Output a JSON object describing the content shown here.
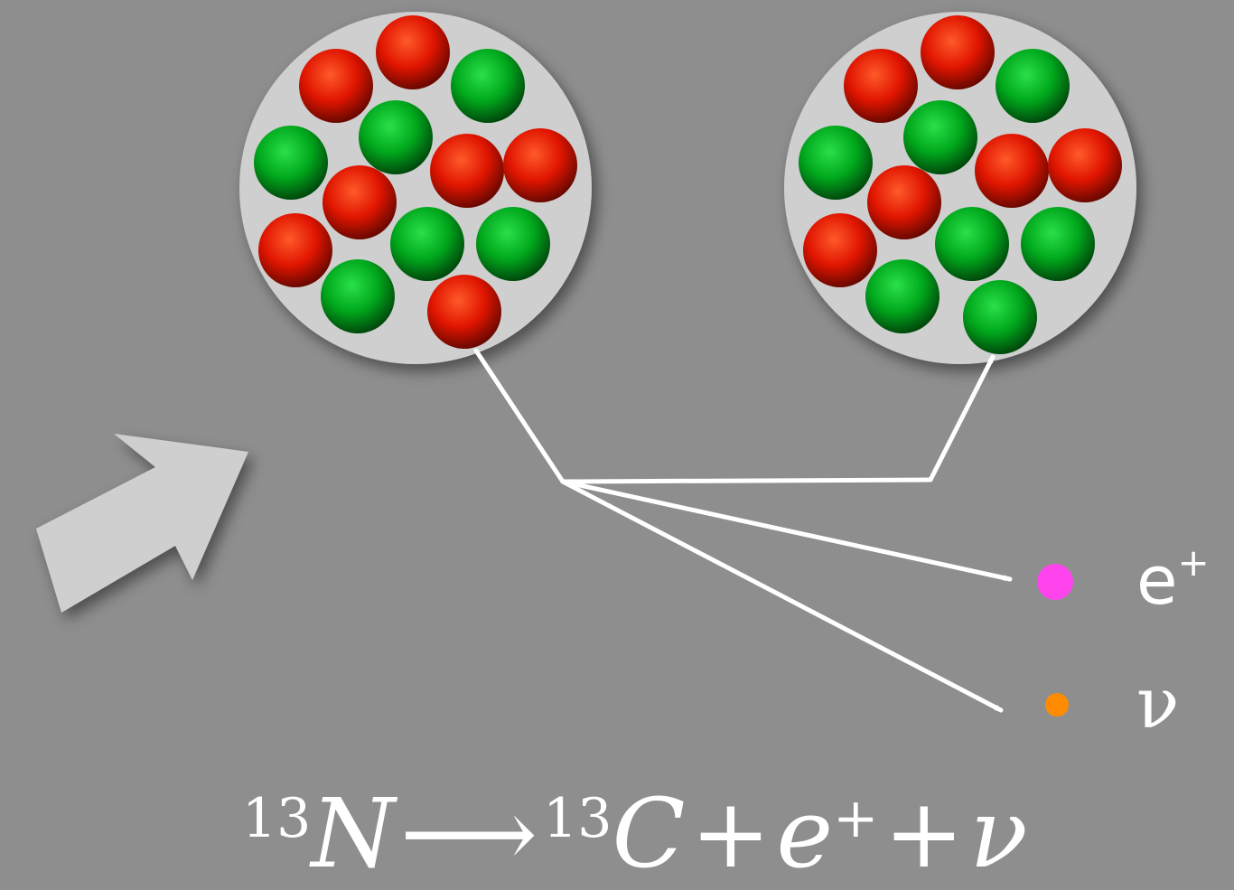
{
  "colors": {
    "background": "#8e8e8e",
    "nucleus": "#cfcfcf",
    "proton": "#e01500",
    "neutron": "#00a81c",
    "positron": "#ff44ee",
    "neutrino": "#ff8c00",
    "arrow": "#ffffff",
    "big_arrow": "#cfcfcf"
  },
  "nuclei": [
    {
      "name": "nitrogen-13",
      "nucleons": [
        {
          "type": "proton"
        },
        {
          "type": "proton"
        },
        {
          "type": "neutron"
        },
        {
          "type": "neutron"
        },
        {
          "type": "neutron"
        },
        {
          "type": "proton"
        },
        {
          "type": "proton"
        },
        {
          "type": "proton"
        },
        {
          "type": "proton"
        },
        {
          "type": "neutron"
        },
        {
          "type": "neutron"
        },
        {
          "type": "neutron"
        },
        {
          "type": "proton"
        }
      ]
    },
    {
      "name": "carbon-13",
      "nucleons": [
        {
          "type": "proton"
        },
        {
          "type": "proton"
        },
        {
          "type": "neutron"
        },
        {
          "type": "neutron"
        },
        {
          "type": "neutron"
        },
        {
          "type": "proton"
        },
        {
          "type": "proton"
        },
        {
          "type": "proton"
        },
        {
          "type": "proton"
        },
        {
          "type": "neutron"
        },
        {
          "type": "neutron"
        },
        {
          "type": "neutron"
        },
        {
          "type": "neutron"
        }
      ]
    }
  ],
  "labels": {
    "positron_base": "e",
    "positron_sup": "+",
    "neutrino": "ν"
  },
  "equation": {
    "reactant_mass": "13",
    "reactant": "N",
    "arrow": "⟶",
    "product_mass": "13",
    "product": "C",
    "plus": "+",
    "positron": "e",
    "positron_sup": "+",
    "neutrino": "ν"
  }
}
